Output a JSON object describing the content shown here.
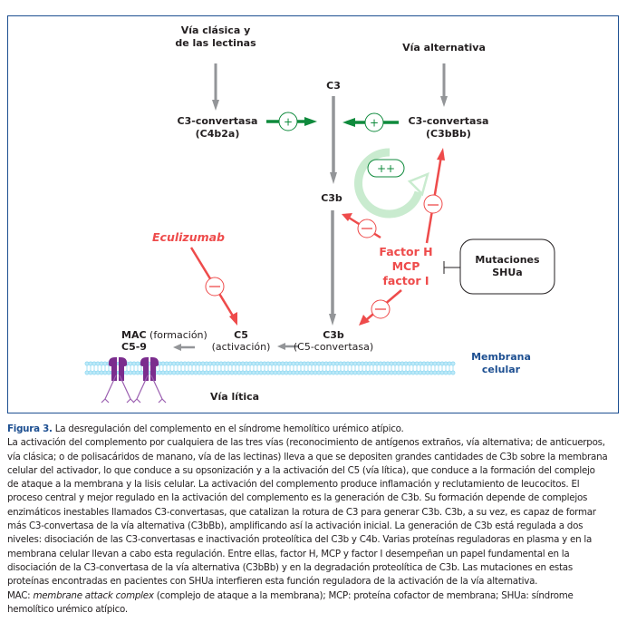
{
  "figure": {
    "label": "Figura 3.",
    "title": "La desregulación del complemento en el síndrome hemolítico urémico atípico.",
    "diagram": {
      "classic_pathway": [
        "Vía clásica y",
        "de las lectinas"
      ],
      "alternative_pathway": "Vía alternativa",
      "c3": "C3",
      "c3_convertase_classic": [
        "C3-convertasa",
        "(C4b2a)"
      ],
      "c3_convertase_alt": [
        "C3-convertasa",
        "(C3bBb)"
      ],
      "c3b_mid": "C3b",
      "c3b_bottom": "C3b",
      "c5_convertase": "(C5-convertasa)",
      "c5": "C5",
      "c5_activation": "(activación)",
      "mac_bold": "MAC",
      "mac_rest": " (formación)",
      "c5_9": "C5-9",
      "lytic_pathway": "Vía lítica",
      "eculizumab": "Eculizumab",
      "regulators": [
        "Factor H",
        "MCP",
        "factor I"
      ],
      "mutations": [
        "Mutaciones",
        "SHUa"
      ],
      "membrane": [
        "Membrana",
        "celular"
      ],
      "plus_symbol": "+",
      "double_plus_symbol": "++",
      "minus_symbol": "−",
      "colors": {
        "frame": "#1d4f91",
        "activation_green": "#0f8a3c",
        "inhibition_red": "#ee4b4b",
        "flow_gray": "#939598",
        "membrane_blue": "#7fd3f0",
        "mac_purple": "#7b2d8e",
        "amplification_loop": "#c9ebcf"
      }
    },
    "caption_lines": [
      "La activación del complemento por cualquiera de las tres vías (reconocimiento de antígenos extraños, vía alternativa; de anticuerpos,",
      "vía clásica; o de polisacáridos de manano, vía de las lectinas) lleva a que se depositen grandes cantidades de C3b sobre la membrana",
      "celular del activador, lo que conduce a su opsonización y a la activación del C5 (vía lítica), que conduce a la formación del complejo",
      "de ataque a la membrana y la lisis celular. La activación del complemento produce inflamación y reclutamiento de leucocitos. El",
      "proceso central y mejor regulado en la activación del complemento es la generación de C3b. Su formación depende de complejos",
      "enzimáticos inestables llamados C3-convertasas, que catalizan la rotura de C3 para generar C3b. C3b, a su vez, es capaz de formar",
      "más C3-convertasa de la vía alternativa (C3bBb), amplificando así la activación inicial. La generación de C3b está regulada a dos",
      "niveles: disociación de las C3-convertasas e inactivación proteolítica del C3b y C4b. Varias proteínas reguladoras en plasma y en la",
      "membrana celular llevan a cabo esta regulación. Entre ellas, factor H, MCP y factor I desempeñan un papel fundamental en la",
      "disociación de la C3-convertasa de la vía alternativa (C3bBb) y en la degradación proteolítica de C3b. Las mutaciones en estas",
      "proteínas encontradas en pacientes con SHUa interfieren esta función reguladora de la activación de la vía alternativa."
    ],
    "abbreviations": {
      "mac_prefix": "MAC: ",
      "mac_italic": "membrane attack complex",
      "line1_rest": " (complejo de ataque a la membrana); MCP: proteína cofactor de membrana; SHUa: síndrome",
      "line2": "hemolítico urémico atípico."
    }
  }
}
